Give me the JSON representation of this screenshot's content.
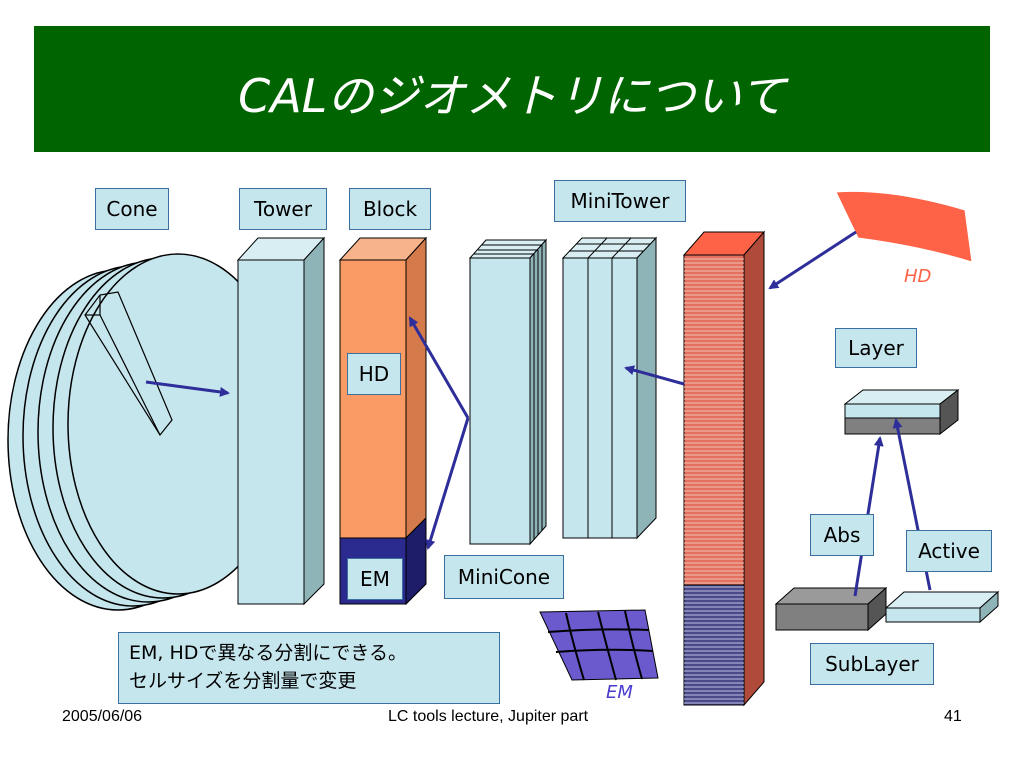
{
  "slide": {
    "title": "CALのジオメトリについて",
    "footer_left": "2005/06/06",
    "footer_center": "LC tools lecture, Jupiter part",
    "footer_right": "41"
  },
  "labels": {
    "cone": "Cone",
    "tower": "Tower",
    "block": "Block",
    "minitower": "MiniTower",
    "hd": "HD",
    "em": "EM",
    "minicone": "MiniCone",
    "layer": "Layer",
    "abs": "Abs",
    "active": "Active",
    "sublayer": "SubLayer",
    "hd_sample": "HD",
    "em_sample": "EM"
  },
  "note": {
    "line1": "EM, HDで異なる分割にできる。",
    "line2": "セルサイズを分割量で変更"
  },
  "colors": {
    "title_bg": "#006400",
    "box_fill": "#c6e6ee",
    "hd_block": "#fa9a64",
    "em_block": "#2b2b8f",
    "hd_sample": "#ff6347",
    "em_sample": "#6a5acd",
    "arrow": "#2e2e9a"
  }
}
